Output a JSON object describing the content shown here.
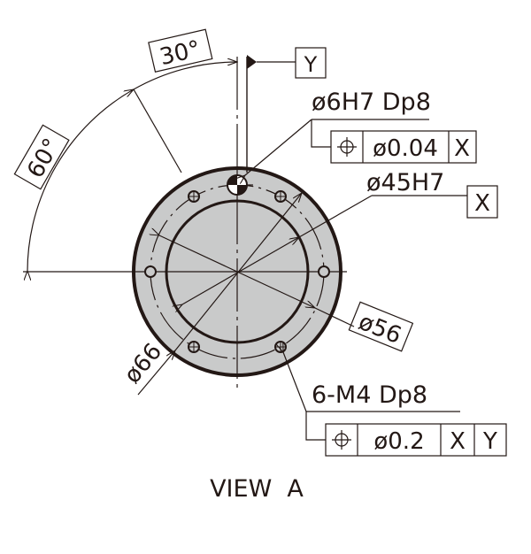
{
  "drawing": {
    "view_label": "VIEW  A",
    "colors": {
      "line": "#231815",
      "face_fill": "#c9caca",
      "background": "#ffffff"
    },
    "angles": {
      "upper": "30°",
      "lower": "60°"
    },
    "datum_y": {
      "label": "Y"
    },
    "dowel_hole": {
      "callout": "ø6H7 Dp8",
      "fcf": {
        "symbol": "position-icon",
        "tolerance": "ø0.04",
        "datum": "X"
      }
    },
    "pilot_bore": {
      "callout": "ø45H7",
      "datum": "X"
    },
    "bolt_circle": {
      "diameter": "ø56"
    },
    "outer_diameter": {
      "diameter": "ø66"
    },
    "tapped_holes": {
      "callout": "6-M4 Dp8",
      "fcf": {
        "symbol": "position-icon",
        "tolerance": "ø0.2",
        "datum1": "X",
        "datum2": "Y"
      }
    }
  }
}
